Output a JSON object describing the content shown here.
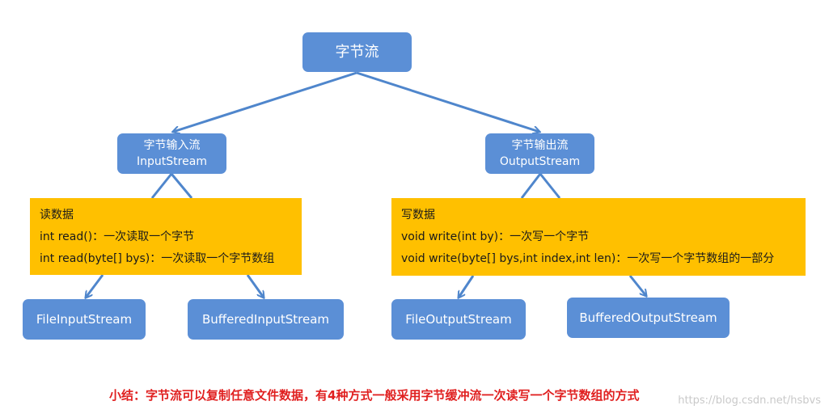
{
  "root": {
    "label": "字节流"
  },
  "input": {
    "title_cn": "字节输入流",
    "title_en": "InputStream",
    "note": {
      "heading": "读数据",
      "lines": [
        "int read()：一次读取一个字节",
        "int read(byte[] bys)：一次读取一个字节数组"
      ]
    },
    "subclasses": [
      "FileInputStream",
      "BufferedInputStream"
    ]
  },
  "output": {
    "title_cn": "字节输出流",
    "title_en": "OutputStream",
    "note": {
      "heading": "写数据",
      "lines": [
        "void write(int by)：一次写一个字节",
        "void write(byte[] bys,int index,int len)：一次写一个字节数组的一部分"
      ]
    },
    "subclasses": [
      "FileOutputStream",
      "BufferedOutputStream"
    ]
  },
  "summary": "小结：字节流可以复制任意文件数据，有4种方式一般采用字节缓冲流一次读写一个字节数组的方式",
  "watermark": "https://blog.csdn.net/hsbvs",
  "colors": {
    "node": "#5b8fd6",
    "note": "#ffc000",
    "arrow": "#4f86cc",
    "summary": "#e02020"
  }
}
